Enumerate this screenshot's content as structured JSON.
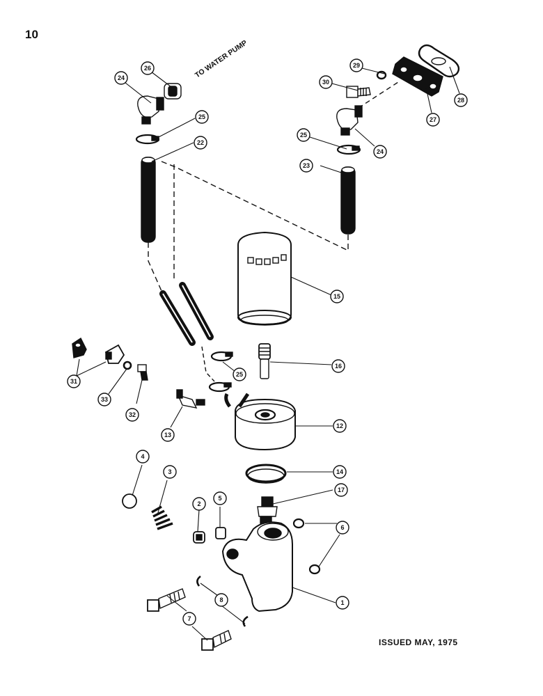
{
  "page": {
    "number": "10",
    "issued": "ISSUED MAY, 1975"
  },
  "notes": {
    "water_pump": "TO WATER PUMP"
  },
  "callouts": [
    {
      "id": "c1",
      "label": "1"
    },
    {
      "id": "c2",
      "label": "2"
    },
    {
      "id": "c3",
      "label": "3"
    },
    {
      "id": "c4",
      "label": "4"
    },
    {
      "id": "c5",
      "label": "5"
    },
    {
      "id": "c6",
      "label": "6"
    },
    {
      "id": "c7",
      "label": "7"
    },
    {
      "id": "c8",
      "label": "8"
    },
    {
      "id": "c12",
      "label": "12"
    },
    {
      "id": "c13",
      "label": "13"
    },
    {
      "id": "c14",
      "label": "14"
    },
    {
      "id": "c15",
      "label": "15"
    },
    {
      "id": "c16",
      "label": "16"
    },
    {
      "id": "c17",
      "label": "17"
    },
    {
      "id": "c22",
      "label": "22"
    },
    {
      "id": "c23",
      "label": "23"
    },
    {
      "id": "c24a",
      "label": "24"
    },
    {
      "id": "c24b",
      "label": "24"
    },
    {
      "id": "c25a",
      "label": "25"
    },
    {
      "id": "c25b",
      "label": "25"
    },
    {
      "id": "c25c",
      "label": "25"
    },
    {
      "id": "c26",
      "label": "26"
    },
    {
      "id": "c27",
      "label": "27"
    },
    {
      "id": "c28",
      "label": "28"
    },
    {
      "id": "c29",
      "label": "29"
    },
    {
      "id": "c30",
      "label": "30"
    },
    {
      "id": "c31",
      "label": "31"
    },
    {
      "id": "c32",
      "label": "32"
    },
    {
      "id": "c33",
      "label": "33"
    }
  ]
}
